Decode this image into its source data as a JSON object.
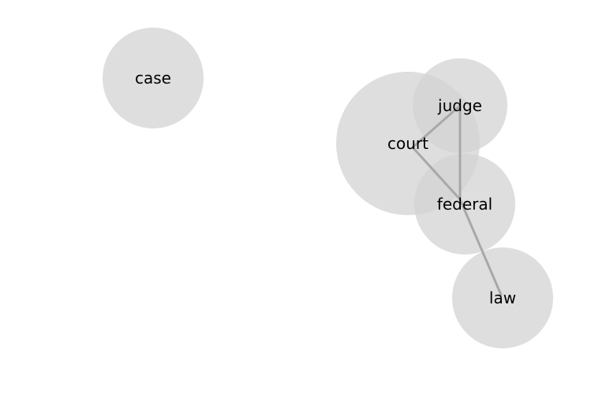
{
  "colors": {
    "background": "#ffffff",
    "node_fill": "#d3d3d3",
    "edge": "#a8a8a8",
    "label": "#000000"
  },
  "nodes": [
    {
      "id": "case",
      "label": "case"
    },
    {
      "id": "court",
      "label": "court"
    },
    {
      "id": "judge",
      "label": "judge"
    },
    {
      "id": "federal",
      "label": "federal"
    },
    {
      "id": "law",
      "label": "law"
    }
  ],
  "edges": [
    {
      "source": "court",
      "target": "judge"
    },
    {
      "source": "court",
      "target": "federal"
    },
    {
      "source": "judge",
      "target": "federal"
    },
    {
      "source": "federal",
      "target": "law"
    }
  ]
}
